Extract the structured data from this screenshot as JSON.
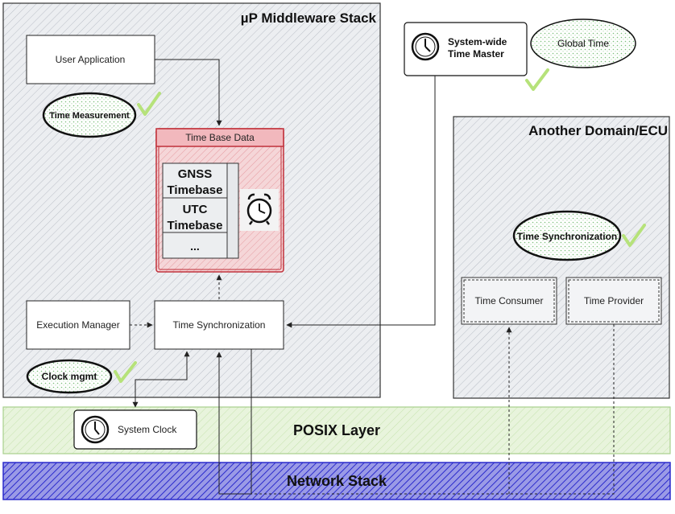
{
  "middleware": {
    "title": "µP Middleware Stack"
  },
  "user_app": {
    "label": "User Application"
  },
  "time_measurement": {
    "label": "Time Measurement"
  },
  "time_base": {
    "title": "Time Base Data",
    "gnss_line1": "GNSS",
    "gnss_line2": "Timebase",
    "utc_line1": "UTC",
    "utc_line2": "Timebase",
    "more": "..."
  },
  "exec_manager": {
    "label": "Execution Manager"
  },
  "time_sync": {
    "label": "Time Synchronization"
  },
  "clock_mgmt": {
    "label": "Clock mgmt"
  },
  "master": {
    "line1": "System-wide",
    "line2": "Time Master"
  },
  "global_time": {
    "label": "Global Time"
  },
  "another": {
    "title": "Another Domain/ECU",
    "sync_label": "Time Synchronization",
    "consumer": "Time Consumer",
    "provider": "Time Provider"
  },
  "posix": {
    "title": "POSIX Layer"
  },
  "system_clock": {
    "label": "System Clock"
  },
  "network": {
    "title": "Network Stack"
  },
  "colors": {
    "gray_fill": "#e9ecf0",
    "green_fill": "#e4f2d8",
    "blue_hatch": "#2b2bcc",
    "red": "#c0303a",
    "check": "#b6e27a"
  }
}
